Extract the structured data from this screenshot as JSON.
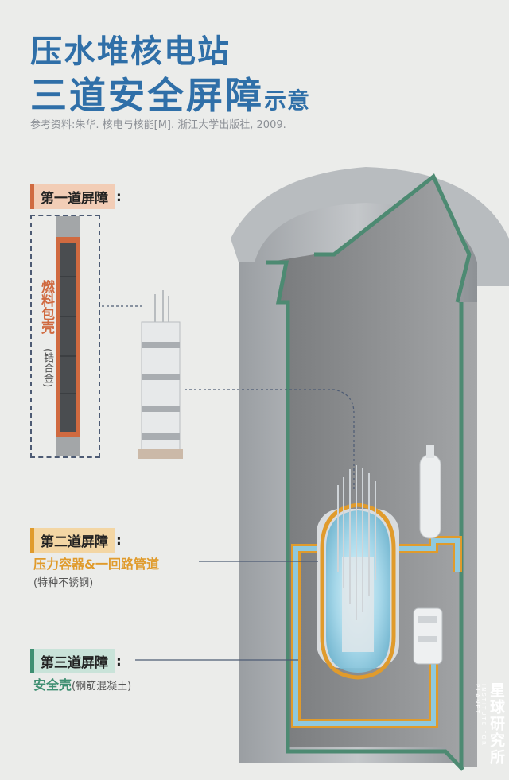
{
  "title_line1": "压水堆核电站",
  "title_line2_main": "三道安全屏障",
  "title_line2_suffix": "示意",
  "reference": "参考资料:朱华. 核电与核能[M]. 浙江大学出版社, 2009.",
  "barrier1": {
    "tag": "第一道屏障",
    "label": "燃料包壳",
    "material": "(锆合金)"
  },
  "barrier2": {
    "tag": "第二道屏障",
    "label": "压力容器&一回路管道",
    "material": "(特种不锈钢)"
  },
  "barrier3": {
    "tag": "第三道屏障",
    "label": "安全壳",
    "material": "(钢筋混凝土)"
  },
  "tag_colon": ":",
  "brand": {
    "name": "星球研究所",
    "english": "INSTITUTE FOR PLANET"
  },
  "colors": {
    "title": "#2f6fa8",
    "barrier1": "#d06a40",
    "barrier2": "#e09b2c",
    "barrier3": "#3f8f72"
  }
}
